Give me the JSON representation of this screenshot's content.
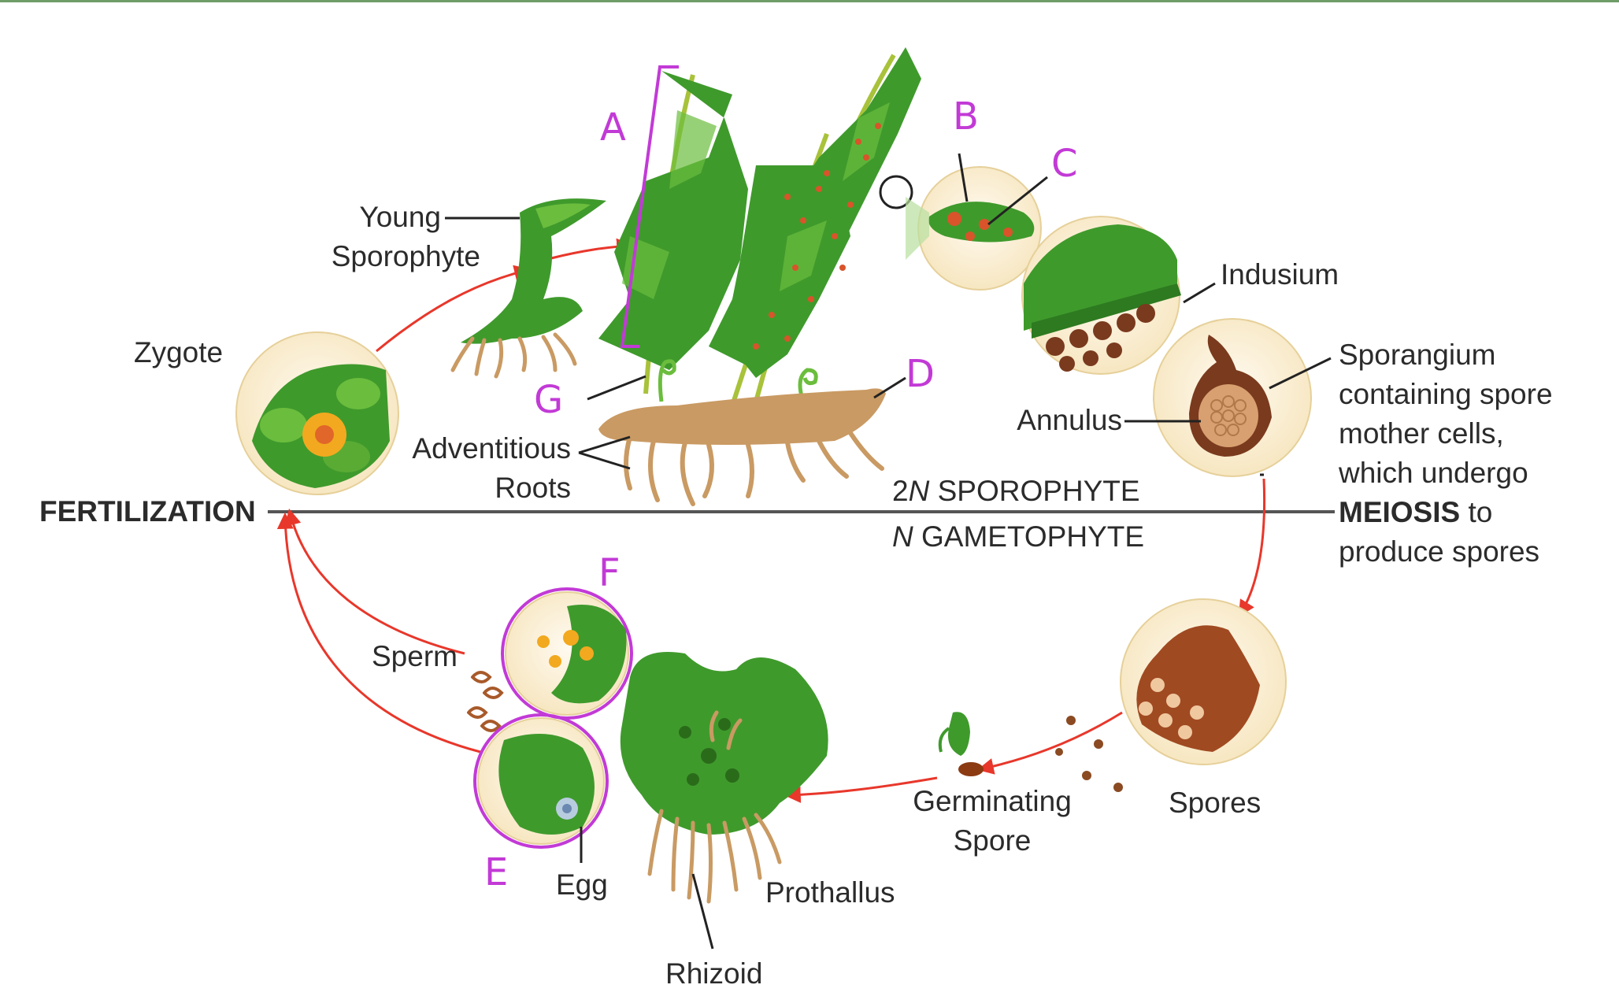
{
  "labels": {
    "young_sporophyte": [
      "Young",
      "Sporophyte"
    ],
    "zygote": "Zygote",
    "adventitious_roots": [
      "Adventitious",
      "Roots"
    ],
    "fertilization": "FERTILIZATION",
    "sporophyte_2n_prefix": "2",
    "sporophyte_2n_italic": "N",
    "sporophyte_2n_rest": " SPOROPHYTE",
    "gametophyte_n_italic": "N",
    "gametophyte_n_rest": " GAMETOPHYTE",
    "indusium": "Indusium",
    "annulus": "Annulus",
    "sporangium_lines": [
      "Sporangium",
      "containing spore",
      "mother cells,",
      "which undergo"
    ],
    "meiosis_bold": "MEIOSIS",
    "meiosis_rest": " to",
    "produce_spores": "produce spores",
    "spores": "Spores",
    "germinating_spore": [
      "Germinating",
      "Spore"
    ],
    "prothallus": "Prothallus",
    "rhizoid": "Rhizoid",
    "egg": "Egg",
    "sperm": "Sperm"
  },
  "handwritten_letters": {
    "A": "A",
    "B": "B",
    "C": "C",
    "D": "D",
    "E": "E",
    "F": "F",
    "G": "G"
  },
  "colors": {
    "annotation_purple": "#c23ad6",
    "arrow_red": "#e8372b",
    "leaf_green": "#3f9a2c",
    "rhizome_tan": "#c99a63",
    "circle_fill": "#fbf1d4",
    "divider": "#555555"
  }
}
